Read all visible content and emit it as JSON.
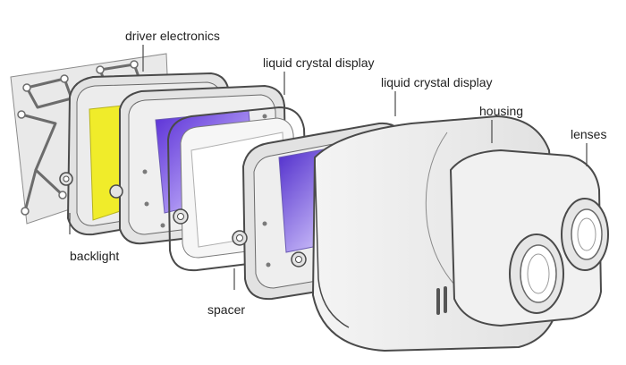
{
  "labels": {
    "driver_electronics": "driver electronics",
    "lcd_1": "liquid crystal display",
    "lcd_2": "liquid crystal display",
    "housing": "housing",
    "lenses": "lenses",
    "backlight": "backlight",
    "spacer": "spacer"
  },
  "colors": {
    "line": "#4a4a4a",
    "part_fill": "#e6e6e6",
    "part_fill_light": "#f4f4f4",
    "backlight_panel": "#f0ec2a",
    "lcd_gradient_start": "#5a2fd6",
    "lcd_gradient_end": "#ffffff"
  }
}
